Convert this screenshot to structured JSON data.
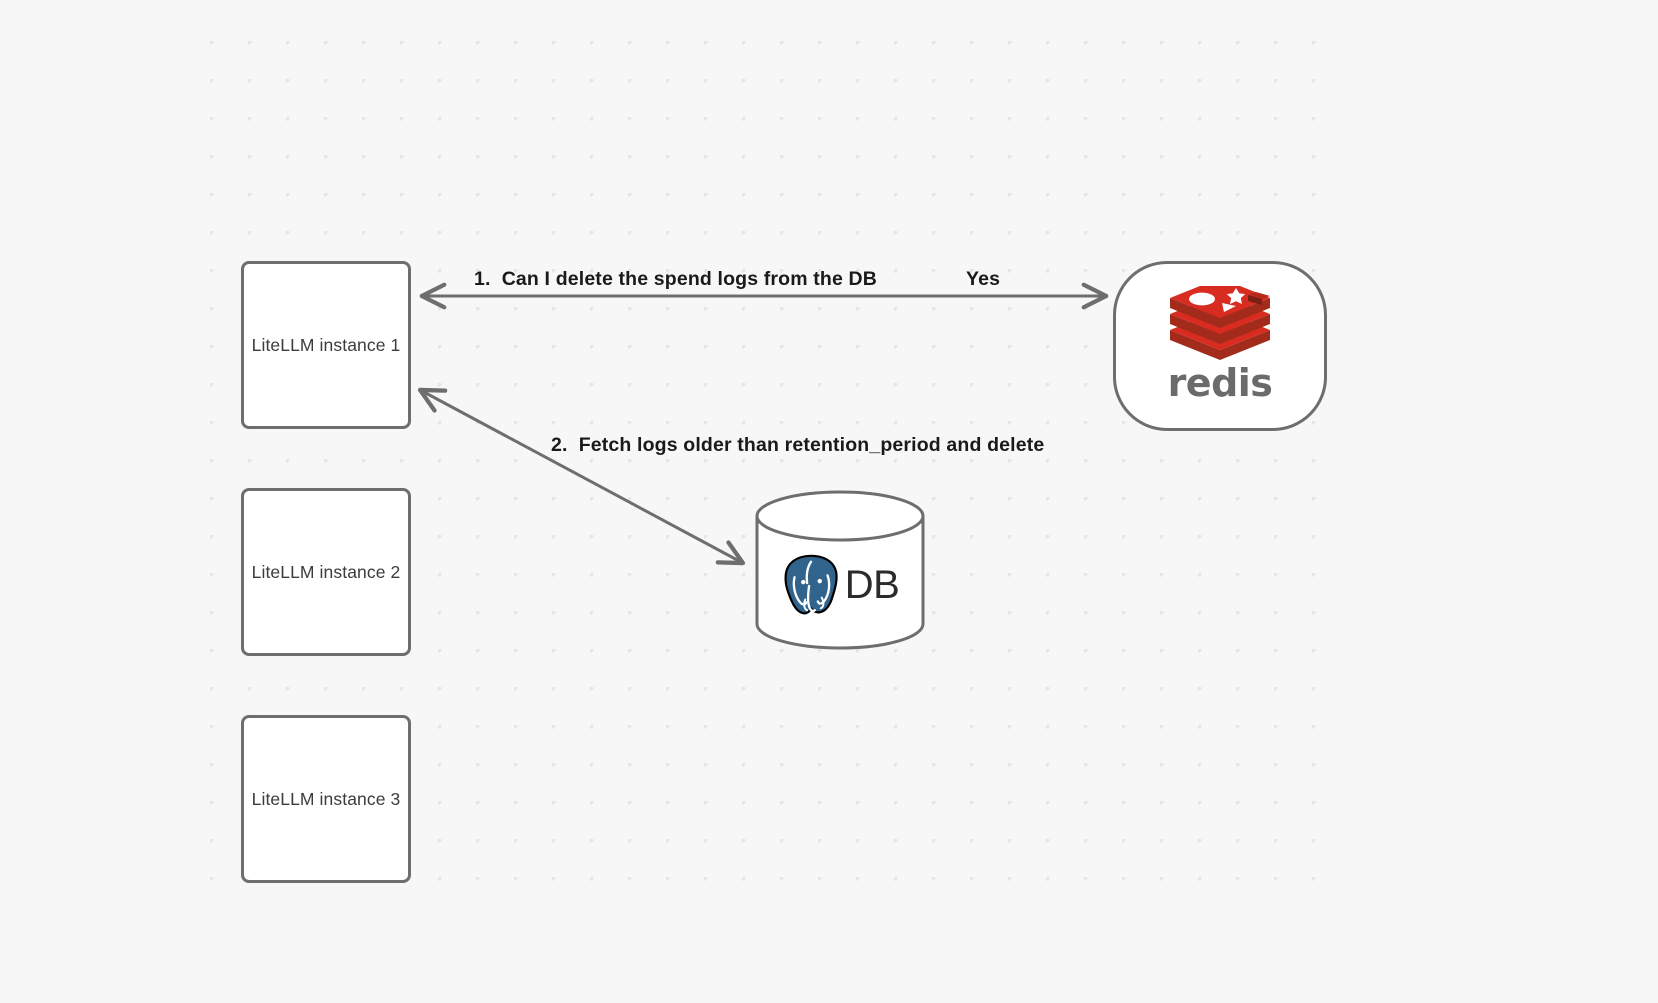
{
  "canvas": {
    "background_color": "#f7f7f8",
    "grid_dot_color": "#e6e6e8"
  },
  "nodes": [
    {
      "id": "litellm-1",
      "label": "LiteLLM instance 1",
      "shape": "rounded-rect"
    },
    {
      "id": "litellm-2",
      "label": "LiteLLM instance 2",
      "shape": "rounded-rect"
    },
    {
      "id": "litellm-3",
      "label": "LiteLLM instance 3",
      "shape": "rounded-rect"
    },
    {
      "id": "redis",
      "label": "redis",
      "shape": "stadium",
      "logo": "redis-logo",
      "brand_color": "#d82c20"
    },
    {
      "id": "postgres-db",
      "label": "DB",
      "shape": "cylinder",
      "logo": "postgresql-elephant-logo",
      "brand_color": "#31648c"
    }
  ],
  "edges": [
    {
      "id": "edge-1",
      "from": "litellm-1",
      "to": "redis",
      "direction": "bidirectional",
      "labels": [
        {
          "id": "label-1",
          "text": "1.  Can I delete the spend logs from the DB"
        },
        {
          "id": "label-yes",
          "text": "Yes"
        }
      ]
    },
    {
      "id": "edge-2",
      "from": "litellm-1",
      "to": "postgres-db",
      "direction": "bidirectional",
      "labels": [
        {
          "id": "label-2",
          "text": "2.  Fetch logs older than retention_period and delete"
        }
      ]
    }
  ],
  "colors": {
    "node_border": "#6e6e6e",
    "node_fill": "#ffffff",
    "edge_stroke": "#6e6e6e",
    "label_text": "#1a1a1a",
    "node_text": "#3c3c3c",
    "redis_red": "#d82c20",
    "redis_red_dark": "#a32b1c",
    "redis_wordmark_gray": "#6b6b6b",
    "postgres_blue": "#31648c"
  }
}
